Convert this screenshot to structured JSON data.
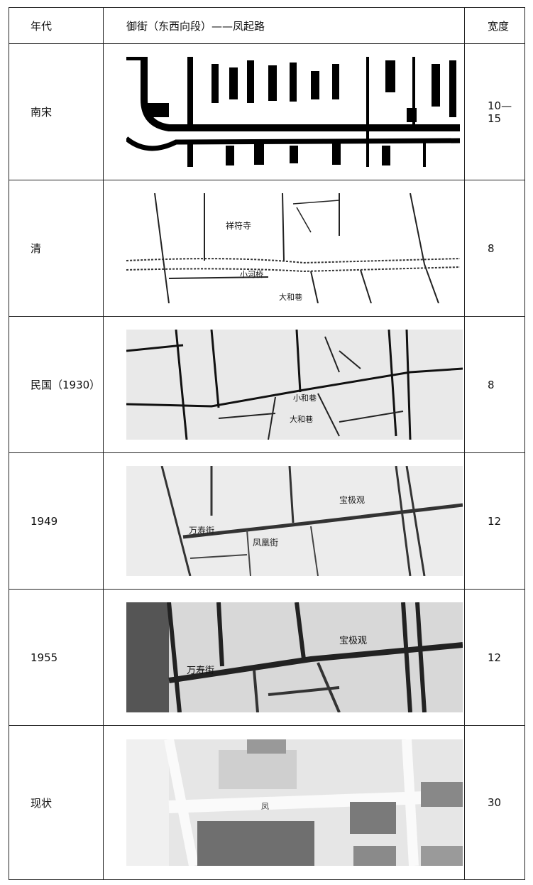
{
  "header": {
    "era": "年代",
    "street": "御街（东西向段）——凤起路",
    "width": "宽度"
  },
  "rows": [
    {
      "era": "南宋",
      "width": "10—15",
      "map": "song"
    },
    {
      "era": "清",
      "width": "8",
      "map": "qing"
    },
    {
      "era": "民国（1930）",
      "width": "8",
      "map": "minguo"
    },
    {
      "era": "1949",
      "width": "12",
      "map": "y1949"
    },
    {
      "era": "1955",
      "width": "12",
      "map": "y1955"
    },
    {
      "era": "现状",
      "width": "30",
      "map": "now"
    }
  ],
  "map_labels": {
    "qing": [
      "祥符寺",
      "小河桥",
      "大和巷"
    ],
    "minguo": [
      "小和巷",
      "大和巷"
    ],
    "y1949": [
      "万寿街",
      "凤凰街",
      "宝极观"
    ],
    "y1955": [
      "万寿街",
      "宝极观"
    ],
    "now": [
      "凤"
    ]
  }
}
